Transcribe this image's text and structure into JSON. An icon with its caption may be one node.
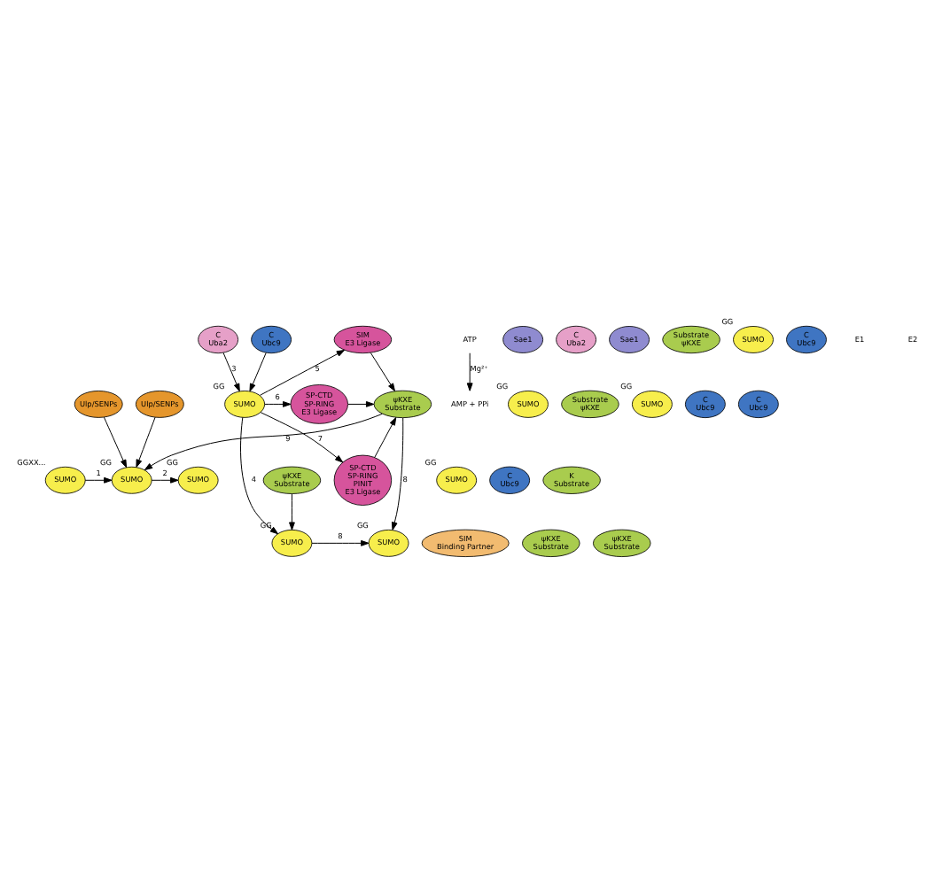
{
  "diagram": {
    "nodes": [
      {
        "text": [
          "Ulp/SENPs"
        ]
      },
      {
        "text": [
          "SUMO"
        ],
        "beside": [
          "GGXX..."
        ]
      },
      {
        "text": [
          "ATP"
        ]
      },
      {
        "text": [
          "AMP + PPi"
        ]
      },
      {
        "text": [
          "SUMO"
        ],
        "beside": [
          "GG"
        ]
      },
      {
        "text": [
          "SUMO"
        ],
        "beside": [
          "GG"
        ]
      },
      {
        "text": [
          "C",
          "Uba2"
        ]
      },
      {
        "text": [
          "Sae1"
        ]
      },
      {
        "text": [
          "C",
          "Uba2"
        ]
      },
      {
        "text": [
          "Sae1"
        ]
      },
      {
        "text": [
          "Substrate",
          "ψKXE"
        ]
      },
      {
        "text": [
          "SUMO"
        ],
        "beside": [
          "GG"
        ]
      },
      {
        "text": [
          "C",
          "Ubc9"
        ]
      },
      {
        "text": [
          "SIM",
          "E3 Ligase"
        ]
      },
      {
        "text": [
          "Ulp/SENPs"
        ]
      },
      {
        "text": [
          "C",
          "Ubc9"
        ]
      },
      {
        "text": [
          "SUMO"
        ],
        "beside": [
          "GG"
        ]
      },
      {
        "text": [
          "ψKXE",
          "Substrate"
        ]
      },
      {
        "text": [
          "Substrate",
          "ψKXE"
        ]
      },
      {
        "text": [
          "SUMO"
        ],
        "beside": [
          "GG"
        ]
      },
      {
        "text": [
          "C",
          "Ubc9"
        ]
      },
      {
        "text": [
          "SP-CTD",
          "SP-RING",
          "E3 Ligase"
        ]
      },
      {
        "text": [
          "SUMO"
        ],
        "beside": [
          "GG"
        ]
      },
      {
        "text": [
          "C",
          "Ubc9"
        ]
      },
      {
        "text": [
          "ψKXE",
          "Substrate"
        ]
      },
      {
        "text": [
          "SUMO"
        ],
        "beside": [
          "GG"
        ]
      },
      {
        "text": [
          "C",
          "Ubc9"
        ]
      },
      {
        "text": [
          "K",
          "Substrate"
        ]
      },
      {
        "text": [
          "SP-CTD",
          "SP-RING",
          "PINIT",
          "E3 Ligase"
        ]
      },
      {
        "text": [
          "SUMO"
        ],
        "beside": [
          "GG"
        ]
      },
      {
        "text": [
          "SIM",
          "Binding Partner"
        ]
      },
      {
        "text": [
          "ψKXE",
          "Substrate"
        ]
      },
      {
        "text": [
          "SUMO"
        ],
        "beside": [
          "GG"
        ]
      },
      {
        "text": [
          "ψKXE",
          "Substrate"
        ]
      }
    ],
    "edges": [
      {
        "from": 1,
        "to": 4,
        "arrow": "to",
        "label": "1"
      },
      {
        "from": 0,
        "to": 4,
        "arrow": "to"
      },
      {
        "from": 17,
        "to": 4,
        "arrow": "to",
        "label": "9"
      },
      {
        "from": 14,
        "to": 4,
        "arrow": "to"
      },
      {
        "from": 2,
        "to": 3,
        "arrow": "to",
        "label": "Mg²⁺"
      },
      {
        "from": 4,
        "to": 5,
        "arrow": "to",
        "label": "2"
      },
      {
        "from": 6,
        "to": 22,
        "arrow": "to",
        "label": "3"
      },
      {
        "from": 15,
        "to": 22,
        "arrow": "to"
      },
      {
        "from": 22,
        "to": 13,
        "arrow": "to",
        "label": "5"
      },
      {
        "from": 13,
        "to": 17,
        "arrow": "to"
      },
      {
        "from": 22,
        "to": 21,
        "arrow": "to",
        "label": "6"
      },
      {
        "from": 21,
        "to": 17,
        "arrow": "to"
      },
      {
        "from": 22,
        "to": 28,
        "arrow": "to",
        "label": "7"
      },
      {
        "from": 28,
        "to": 17,
        "arrow": "to"
      },
      {
        "from": 22,
        "to": 32,
        "arrow": "to",
        "label": "4"
      },
      {
        "from": 24,
        "to": 32,
        "arrow": "to"
      },
      {
        "from": 17,
        "to": 29,
        "arrow": "to",
        "label": "8"
      },
      {
        "from": 32,
        "to": 29,
        "arrow": "to",
        "label": "8"
      }
    ],
    "labels": [
      "E1",
      "E2"
    ]
  }
}
